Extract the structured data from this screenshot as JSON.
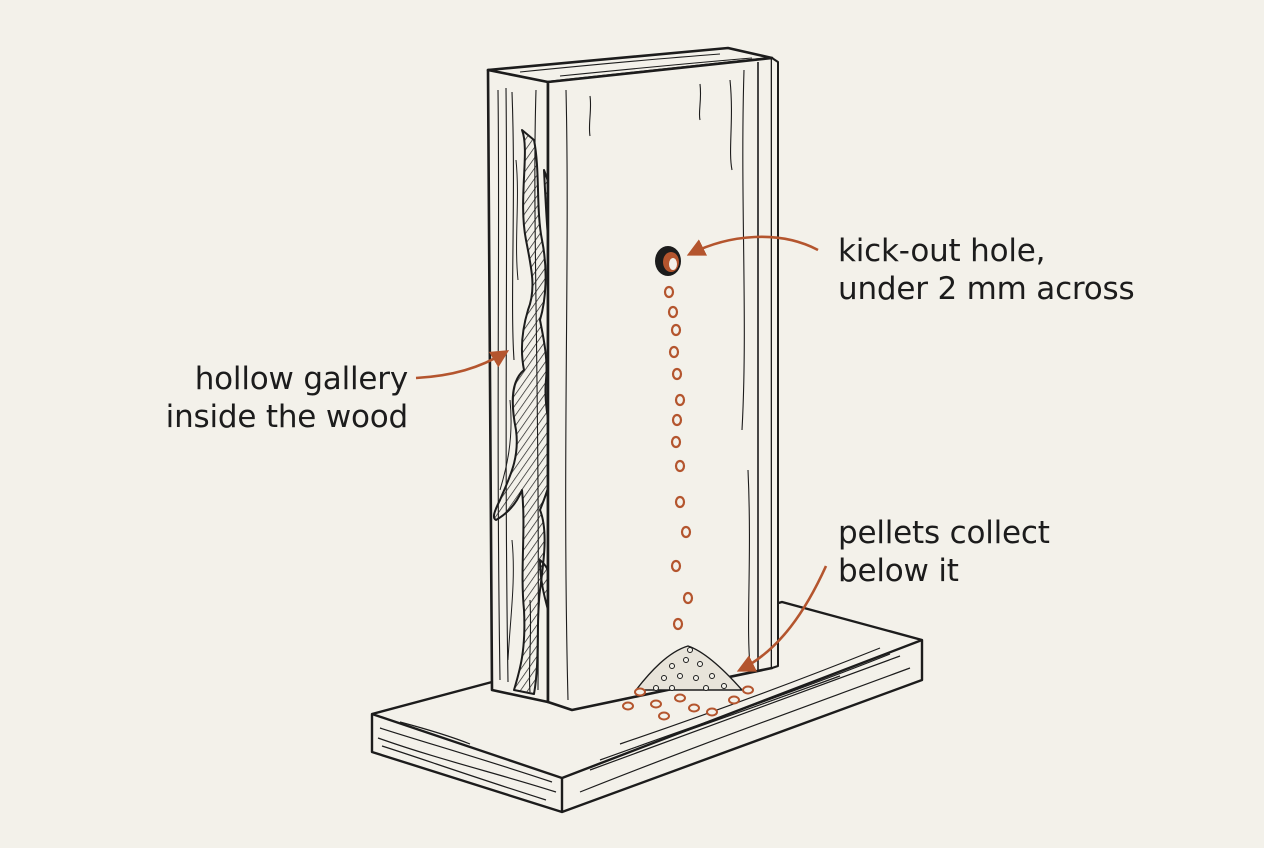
{
  "colors": {
    "background": "#f3f1ea",
    "ink": "#1c1c1c",
    "accent": "#b4552e"
  },
  "labels": {
    "gallery": [
      "hollow gallery",
      "inside the wood"
    ],
    "hole": [
      "kick-out hole,",
      "under 2 mm across"
    ],
    "pellets": [
      "pellets collect",
      "below it"
    ]
  }
}
